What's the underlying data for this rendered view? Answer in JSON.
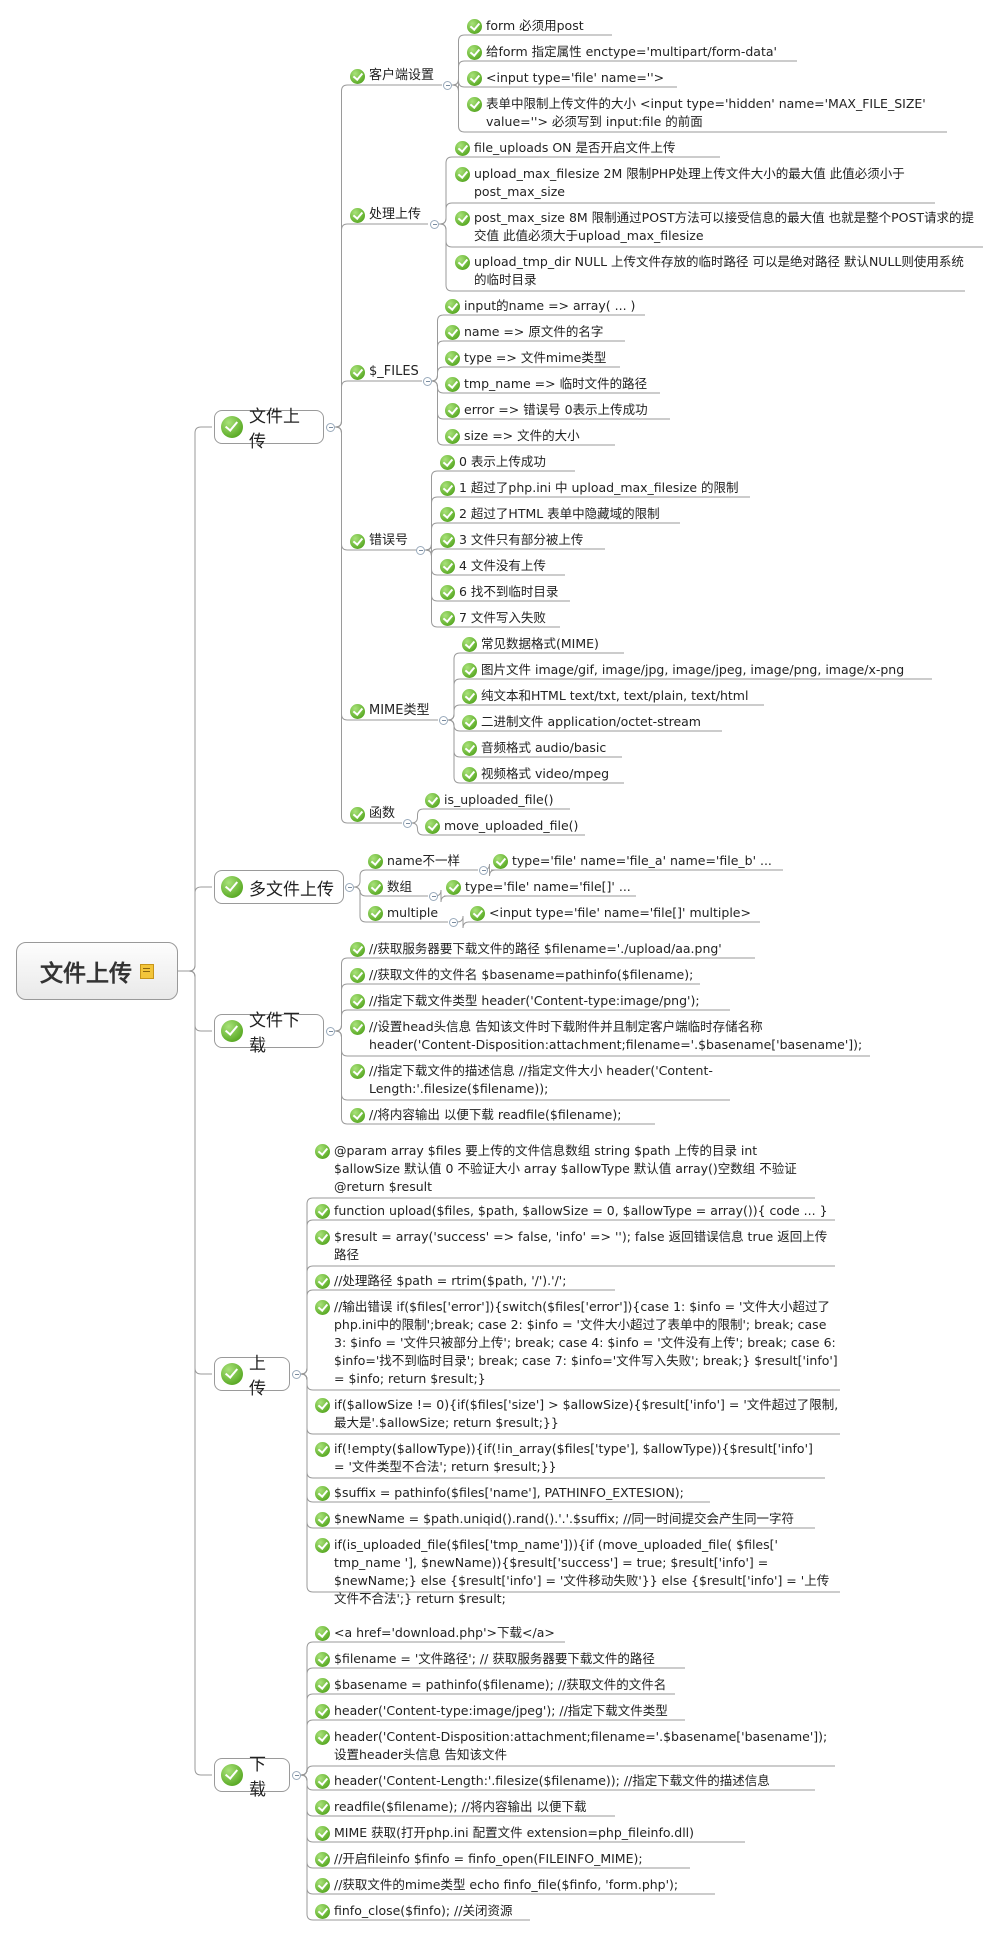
{
  "root": {
    "label": "文件上传"
  },
  "nodes": [
    {
      "id": "n_up",
      "label": "文件上传",
      "kind": "l1"
    },
    {
      "id": "n_c1",
      "label": "客户端设置",
      "kind": "l2"
    },
    {
      "id": "c1a",
      "label": "form 必须用post",
      "kind": "leaf"
    },
    {
      "id": "c1b",
      "label": "给form 指定属性 enctype='multipart/form-data'",
      "kind": "leaf"
    },
    {
      "id": "c1c",
      "label": "<input type='file' name=''>",
      "kind": "leaf"
    },
    {
      "id": "c1d",
      "label": "表单中限制上传文件的大小 <input type='hidden' name='MAX_FILE_SIZE' value=''> 必须写到 input:file 的前面",
      "kind": "leaf"
    },
    {
      "id": "n_c2",
      "label": "处理上传",
      "kind": "l2"
    },
    {
      "id": "c2a",
      "label": "file_uploads ON 是否开启文件上传",
      "kind": "leaf"
    },
    {
      "id": "c2b",
      "label": "upload_max_filesize 2M 限制PHP处理上传文件大小的最大值 此值必须小于post_max_size",
      "kind": "leaf"
    },
    {
      "id": "c2c",
      "label": "post_max_size 8M 限制通过POST方法可以接受信息的最大值 也就是整个POST请求的提交值 此值必须大于upload_max_filesize",
      "kind": "leaf"
    },
    {
      "id": "c2d",
      "label": "upload_tmp_dir NULL 上传文件存放的临时路径 可以是绝对路径 默认NULL则使用系统的临时目录",
      "kind": "leaf"
    },
    {
      "id": "n_c3",
      "label": "$_FILES",
      "kind": "l2"
    },
    {
      "id": "c3a",
      "label": "input的name => array( ... )",
      "kind": "leaf"
    },
    {
      "id": "c3b",
      "label": "name => 原文件的名字",
      "kind": "leaf"
    },
    {
      "id": "c3c",
      "label": "type => 文件mime类型",
      "kind": "leaf"
    },
    {
      "id": "c3d",
      "label": "tmp_name => 临时文件的路径",
      "kind": "leaf"
    },
    {
      "id": "c3e",
      "label": "error => 错误号 0表示上传成功",
      "kind": "leaf"
    },
    {
      "id": "c3f",
      "label": "size => 文件的大小",
      "kind": "leaf"
    },
    {
      "id": "n_c4",
      "label": "错误号",
      "kind": "l2"
    },
    {
      "id": "c4a",
      "label": "0 表示上传成功",
      "kind": "leaf"
    },
    {
      "id": "c4b",
      "label": "1 超过了php.ini 中 upload_max_filesize 的限制",
      "kind": "leaf"
    },
    {
      "id": "c4c",
      "label": "2 超过了HTML 表单中隐藏域的限制",
      "kind": "leaf"
    },
    {
      "id": "c4d",
      "label": "3 文件只有部分被上传",
      "kind": "leaf"
    },
    {
      "id": "c4e",
      "label": "4 文件没有上传",
      "kind": "leaf"
    },
    {
      "id": "c4f",
      "label": "6 找不到临时目录",
      "kind": "leaf"
    },
    {
      "id": "c4g",
      "label": "7 文件写入失败",
      "kind": "leaf"
    },
    {
      "id": "n_c5",
      "label": "MIME类型",
      "kind": "l2"
    },
    {
      "id": "c5a",
      "label": "常见数据格式(MIME)",
      "kind": "leaf"
    },
    {
      "id": "c5b",
      "label": "图片文件 image/gif, image/jpg, image/jpeg, image/png, image/x-png",
      "kind": "leaf"
    },
    {
      "id": "c5c",
      "label": "纯文本和HTML text/txt, text/plain, text/html",
      "kind": "leaf"
    },
    {
      "id": "c5d",
      "label": "二进制文件 application/octet-stream",
      "kind": "leaf"
    },
    {
      "id": "c5e",
      "label": "音频格式 audio/basic",
      "kind": "leaf"
    },
    {
      "id": "c5f",
      "label": "视频格式 video/mpeg",
      "kind": "leaf"
    },
    {
      "id": "n_c6",
      "label": "函数",
      "kind": "l2"
    },
    {
      "id": "c6a",
      "label": "is_uploaded_file()",
      "kind": "leaf"
    },
    {
      "id": "c6b",
      "label": "move_uploaded_file()",
      "kind": "leaf"
    },
    {
      "id": "n_multi",
      "label": "多文件上传",
      "kind": "l1"
    },
    {
      "id": "m1",
      "label": "name不一样",
      "kind": "leaf"
    },
    {
      "id": "m1a",
      "label": "type='file' name='file_a' name='file_b' ...",
      "kind": "leaf"
    },
    {
      "id": "m2",
      "label": "数组",
      "kind": "leaf"
    },
    {
      "id": "m2a",
      "label": "type='file' name='file[]' ...",
      "kind": "leaf"
    },
    {
      "id": "m3",
      "label": "multiple",
      "kind": "leaf"
    },
    {
      "id": "m3a",
      "label": "<input type='file' name='file[]' multiple>",
      "kind": "leaf"
    },
    {
      "id": "n_dl",
      "label": "文件下载",
      "kind": "l1"
    },
    {
      "id": "d1",
      "label": "//获取服务器要下载文件的路径 $filename='./upload/aa.png'",
      "kind": "leaf"
    },
    {
      "id": "d2",
      "label": "//获取文件的文件名 $basename=pathinfo($filename);",
      "kind": "leaf"
    },
    {
      "id": "d3",
      "label": "//指定下载文件类型 header('Content-type:image/png');",
      "kind": "leaf"
    },
    {
      "id": "d4",
      "label": "//设置head头信息 告知该文件时下载附件并且制定客户端临时存储名称 header('Content-Disposition:attachment;filename='.$basename['basename']);",
      "kind": "leaf"
    },
    {
      "id": "d5",
      "label": "//指定下载文件的描述信息 //指定文件大小 header('Content-Length:'.filesize($filename));",
      "kind": "leaf"
    },
    {
      "id": "d6",
      "label": "//将内容输出 以便下载 readfile($filename);",
      "kind": "leaf"
    },
    {
      "id": "n_sc",
      "label": "上传",
      "kind": "l1"
    },
    {
      "id": "s1",
      "label": "@param array $files 要上传的文件信息数组 string $path 上传的目录 int $allowSize 默认值 0 不验证大小 array $allowType 默认值 array()空数组 不验证 @return $result",
      "kind": "leaf"
    },
    {
      "id": "s2",
      "label": "function upload($files, $path, $allowSize = 0, $allowType = array()){ code ... }",
      "kind": "leaf"
    },
    {
      "id": "s3",
      "label": "$result = array('success' => false, 'info' => ''); false 返回错误信息 true 返回上传路径",
      "kind": "leaf"
    },
    {
      "id": "s4",
      "label": "//处理路径 $path = rtrim($path, '/').'/';",
      "kind": "leaf"
    },
    {
      "id": "s5",
      "label": "//输出错误 if($files['error']){switch($files['error']){case 1: $info = '文件大小超过了php.ini中的限制';break; case 2: $info = '文件大小超过了表单中的限制'; break; case 3: $info = '文件只被部分上传'; break; case 4: $info = '文件没有上传'; break; case 6: $info='找不到临时目录'; break; case 7: $info='文件写入失败'; break;} $result['info'] = $info; return $result;}",
      "kind": "leaf"
    },
    {
      "id": "s6",
      "label": "if($allowSize != 0){if($files['size'] > $allowSize){$result['info'] = '文件超过了限制, 最大是'.$allowSize; return $result;}}",
      "kind": "leaf"
    },
    {
      "id": "s7",
      "label": "if(!empty($allowType)){if(!in_array($files['type'], $allowType)){$result['info'] = '文件类型不合法'; return $result;}}",
      "kind": "leaf"
    },
    {
      "id": "s8",
      "label": "$suffix = pathinfo($files['name'], PATHINFO_EXTESION);",
      "kind": "leaf"
    },
    {
      "id": "s9",
      "label": "$newName = $path.uniqid().rand().'.'.$suffix; //同一时间提交会产生同一字符",
      "kind": "leaf"
    },
    {
      "id": "s10",
      "label": "if(is_uploaded_file($files['tmp_name'])){if (move_uploaded_file( $files[' tmp_name '], $newName)){$result['success'] = true; $result['info'] = $newName;} else {$result['info'] = '文件移动失败'}} else {$result['info'] = '上传文件不合法';} return $result;",
      "kind": "leaf"
    },
    {
      "id": "n_xz",
      "label": "下载",
      "kind": "l1"
    },
    {
      "id": "x1",
      "label": "<a href='download.php'>下载</a>",
      "kind": "leaf"
    },
    {
      "id": "x2",
      "label": "$filename = '文件路径'; // 获取服务器要下载文件的路径",
      "kind": "leaf"
    },
    {
      "id": "x3",
      "label": "$basename = pathinfo($filename); //获取文件的文件名",
      "kind": "leaf"
    },
    {
      "id": "x4",
      "label": "header('Content-type:image/jpeg'); //指定下载文件类型",
      "kind": "leaf"
    },
    {
      "id": "x5",
      "label": "header('Content-Disposition:attachment;filename='.$basename['basename']); 设置header头信息 告知该文件",
      "kind": "leaf"
    },
    {
      "id": "x6",
      "label": "header('Content-Length:'.filesize($filename)); //指定下载文件的描述信息",
      "kind": "leaf"
    },
    {
      "id": "x7",
      "label": "readfile($filename); //将内容输出 以便下载",
      "kind": "leaf"
    },
    {
      "id": "x8",
      "label": "MIME 获取(打开php.ini 配置文件 extension=php_fileinfo.dll)",
      "kind": "leaf"
    },
    {
      "id": "x9",
      "label": "//开启fileinfo $finfo = finfo_open(FILEINFO_MIME);",
      "kind": "leaf"
    },
    {
      "id": "x10",
      "label": "//获取文件的mime类型 echo finfo_file($finfo, 'form.php');",
      "kind": "leaf"
    },
    {
      "id": "x11",
      "label": "finfo_close($finfo); //关闭资源",
      "kind": "leaf"
    }
  ]
}
